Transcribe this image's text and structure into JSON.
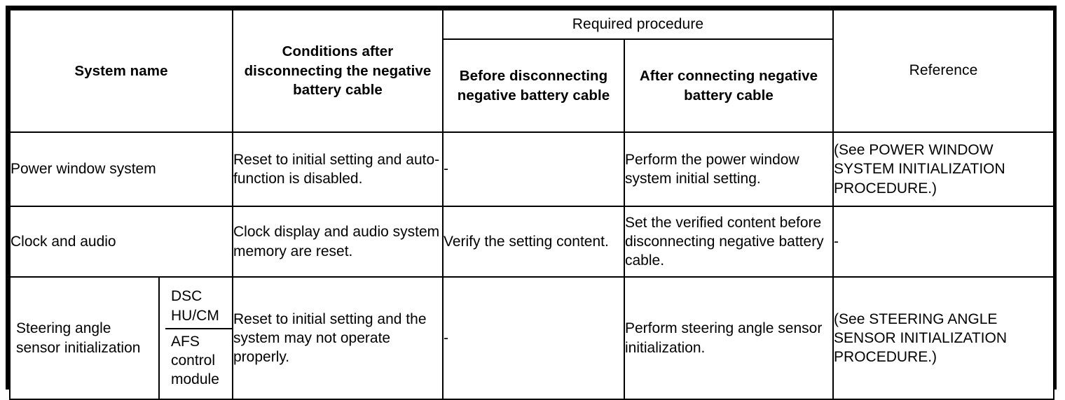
{
  "table": {
    "headers": {
      "system_name": "System name",
      "conditions": "Conditions after disconnecting the negative battery cable",
      "required_procedure": "Required procedure",
      "before": "Before disconnecting negative battery cable",
      "after": "After connecting negative battery cable",
      "reference": "Reference"
    },
    "rows": [
      {
        "system_name": "Power window system",
        "sub_items": [],
        "conditions": "Reset to initial setting and auto-function is disabled.",
        "before": "-",
        "after": "Perform the power window system initial setting.",
        "reference": "(See POWER WINDOW SYSTEM INITIALIZATION PROCEDURE.)"
      },
      {
        "system_name": "Clock and audio",
        "sub_items": [],
        "conditions": "Clock display and audio system memory are reset.",
        "before": "Verify the setting content.",
        "after": "Set the verified content before disconnecting negative battery cable.",
        "reference": "-"
      },
      {
        "system_name": "Steering angle sensor initialization",
        "sub_items": [
          "DSC HU/CM",
          "AFS control module"
        ],
        "conditions": "Reset to initial setting and the system may not operate properly.",
        "before": "-",
        "after": "Perform steering angle sensor initialization.",
        "reference": "(See STEERING ANGLE SENSOR INITIALIZATION PROCEDURE.)"
      }
    ]
  },
  "colors": {
    "border": "#000000",
    "text": "#000000",
    "background": "#ffffff"
  }
}
